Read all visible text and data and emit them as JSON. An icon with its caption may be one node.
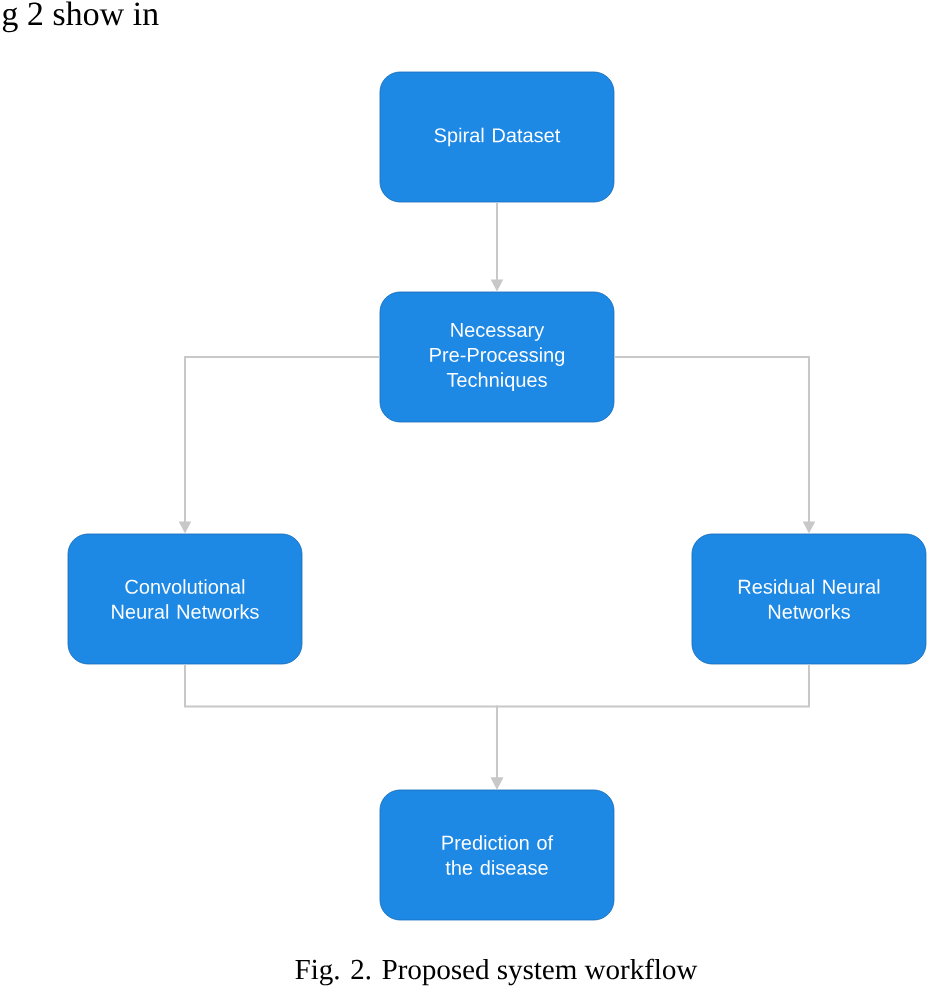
{
  "diagram": {
    "caption": "Fig. 2. Proposed system workflow",
    "nodes": [
      {
        "text": [
          "Spiral Dataset"
        ]
      },
      {
        "text": [
          "Necessary Pre-Processing Techniques"
        ]
      },
      {
        "text": [
          "Convolutional Neural Networks"
        ]
      },
      {
        "text": [
          "Residual Neural Networks"
        ]
      },
      {
        "text": [
          "Prediction of the disease"
        ]
      }
    ],
    "edges": [
      {
        "from": 0,
        "to": 1,
        "arrow": "to"
      },
      {
        "from": 1,
        "to": 2,
        "arrow": "to"
      },
      {
        "from": 1,
        "to": 3,
        "arrow": "to"
      },
      {
        "from": 2,
        "to": 4,
        "arrow": "to"
      },
      {
        "from": 3,
        "to": 4,
        "arrow": "to"
      }
    ],
    "labels": [
      "g 2 show in"
    ]
  }
}
